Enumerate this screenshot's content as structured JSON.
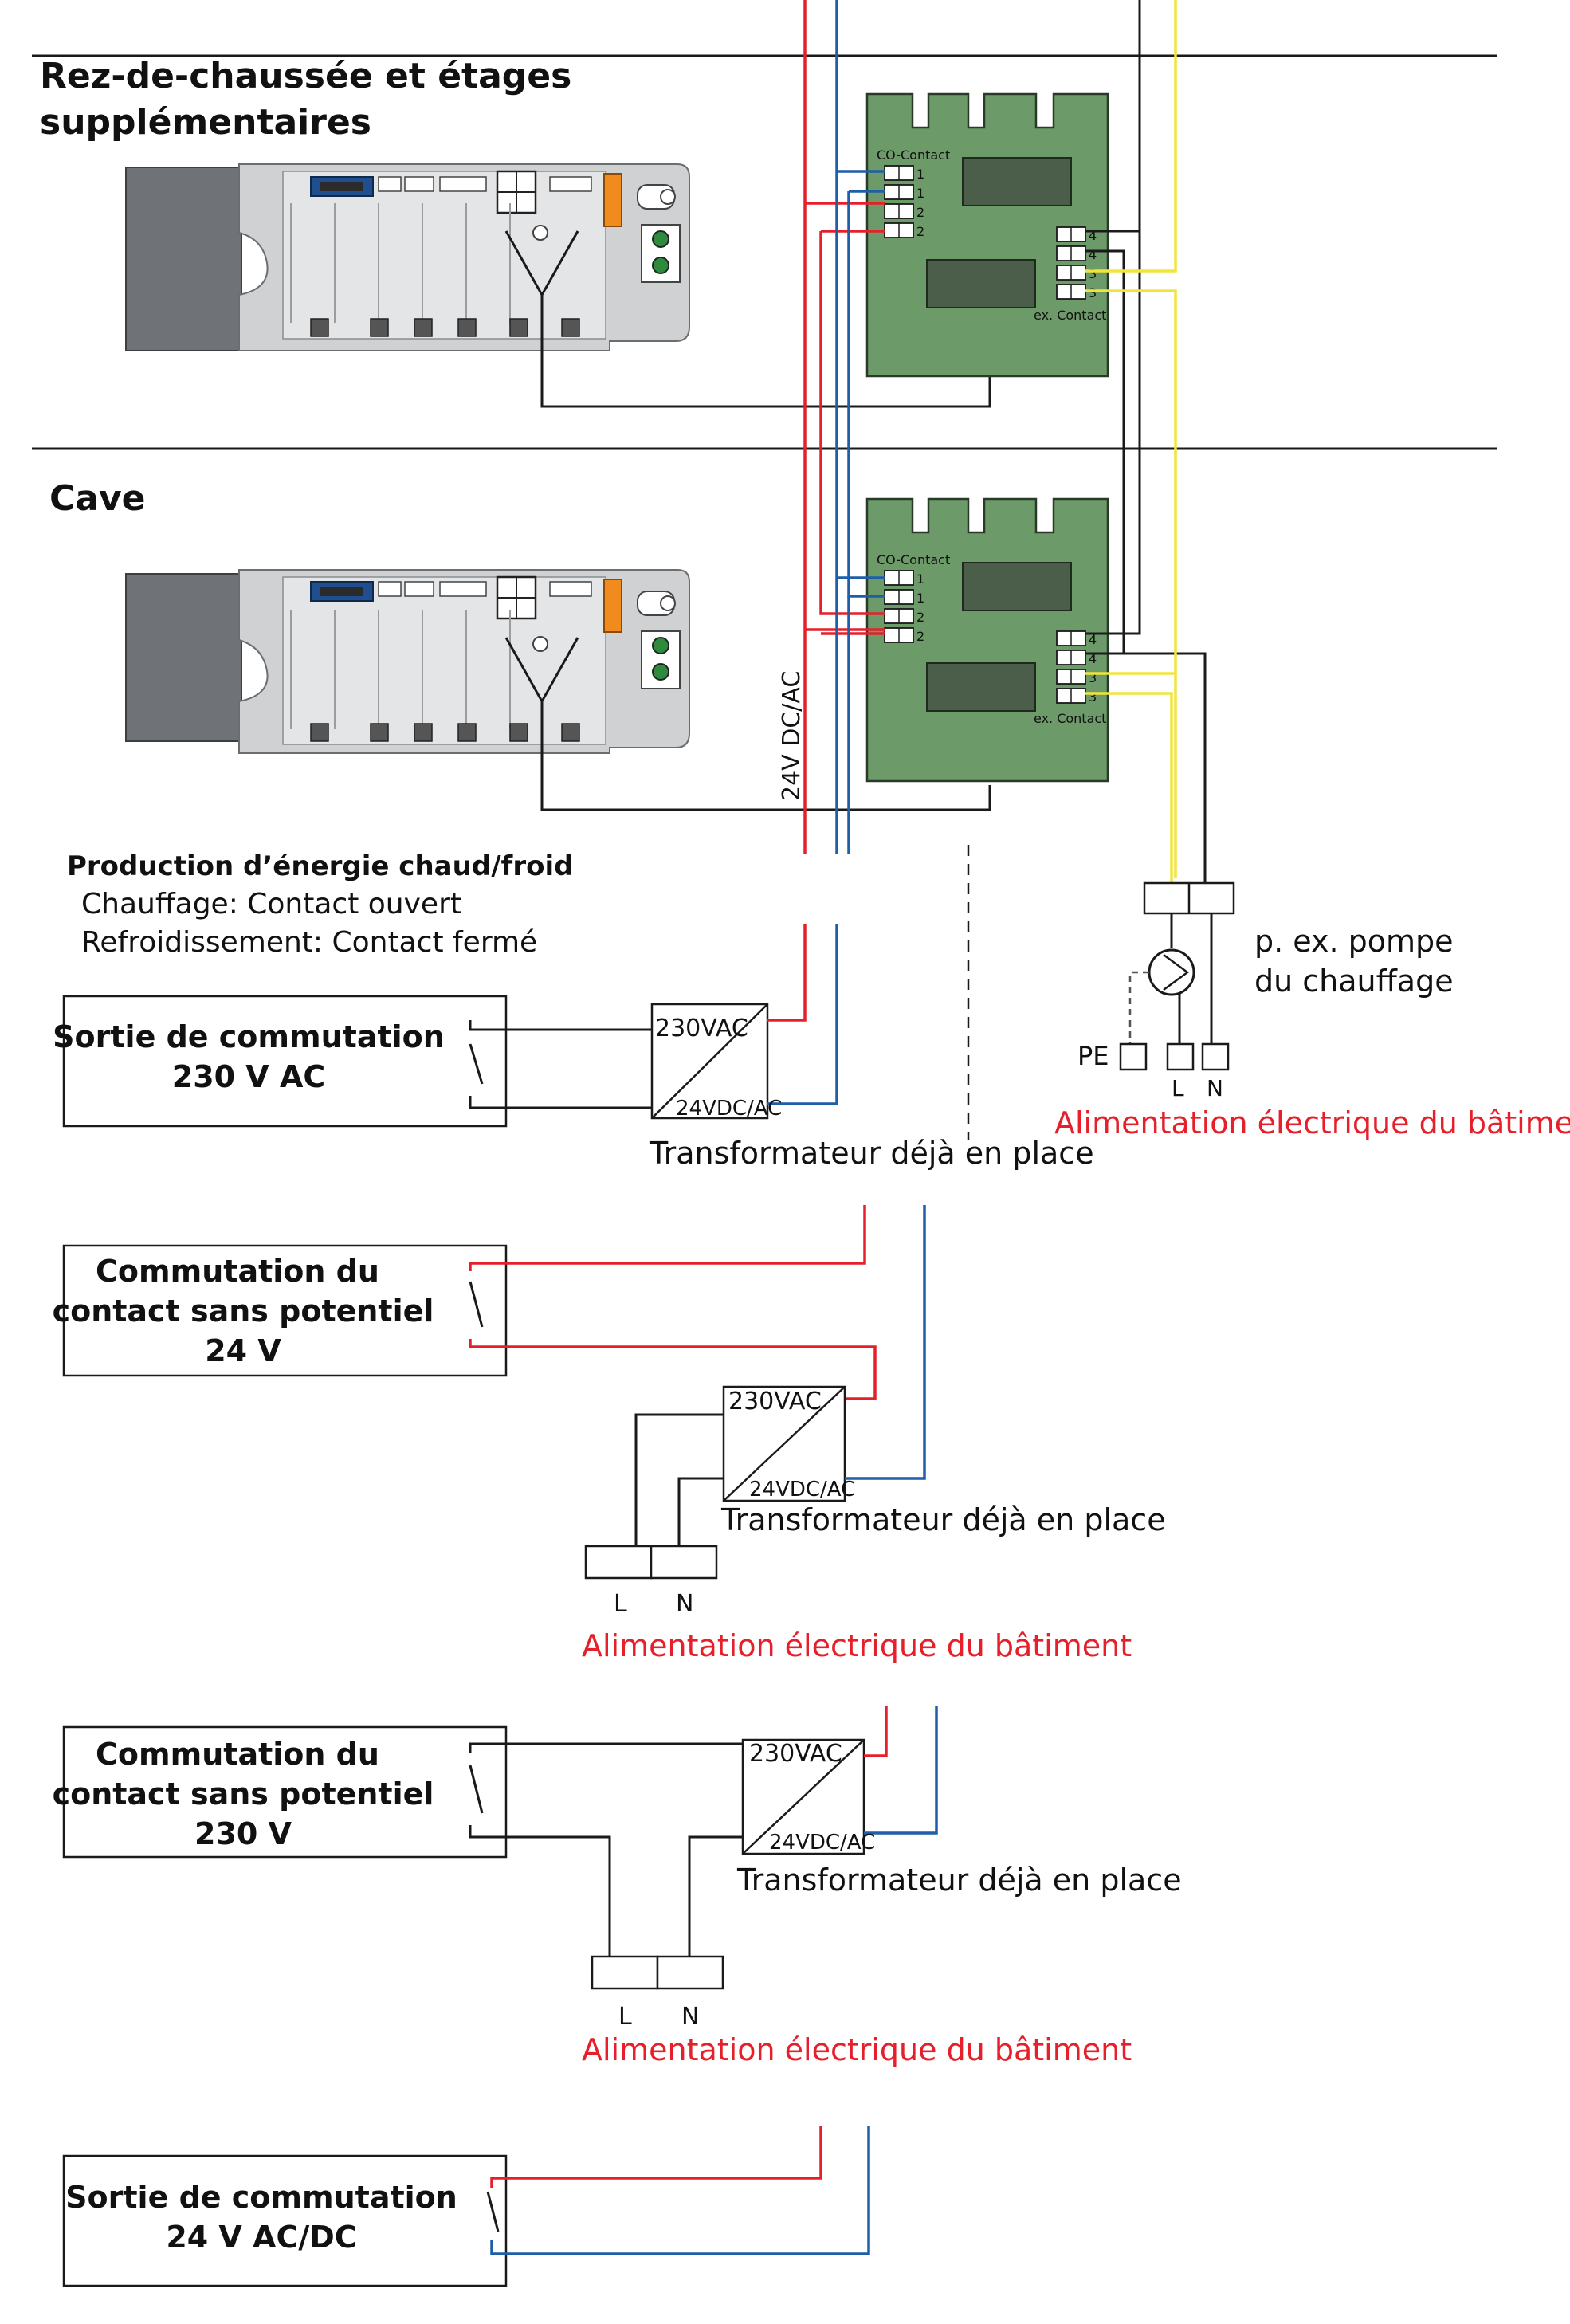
{
  "floors": {
    "upper_title_line1": "Rez-de-chaussée et étages",
    "upper_title_line2": "supplémentaires",
    "basement_title": "Cave"
  },
  "modules": {
    "co_contact_label": "CO-Contact",
    "ex_contact_label": "ex. Contact",
    "left_terminals": [
      "1",
      "1",
      "2",
      "2"
    ],
    "right_terminals": [
      "4",
      "4",
      "3",
      "3"
    ]
  },
  "voltage_label": "24V DC/AC",
  "energy": {
    "title": "Production d’énergie chaud/froid",
    "line1": "Chauffage: Contact ouvert",
    "line2": "Refroidissement: Contact fermé"
  },
  "pump": {
    "line1": "p. ex. pompe",
    "line2": "du chauffage",
    "pe": "PE",
    "l": "L",
    "n": "N"
  },
  "power_label": "Alimentation électrique du bâtiment",
  "transformer": {
    "in": "230VAC",
    "out": "24VDC/AC",
    "caption": "Transformateur déjà en place"
  },
  "options": {
    "opt1_line1": "Sortie de commutation",
    "opt1_line2": "230 V AC",
    "opt2_line1": "Commutation du",
    "opt2_line2": "contact sans potentiel",
    "opt2_line3": "24 V",
    "opt3_line1": "Commutation du",
    "opt3_line2": "contact sans potentiel",
    "opt3_line3": "230 V",
    "opt4_line1": "Sortie de commutation",
    "opt4_line2": "24 V AC/DC"
  },
  "terminal_labels": {
    "l": "L",
    "n": "N"
  },
  "colors": {
    "red_wire": "#e5202b",
    "blue_wire": "#1f5ea8",
    "yellow_wire": "#f2e53a",
    "module_green": "#6d9a69",
    "caption_red": "#e5202b"
  }
}
